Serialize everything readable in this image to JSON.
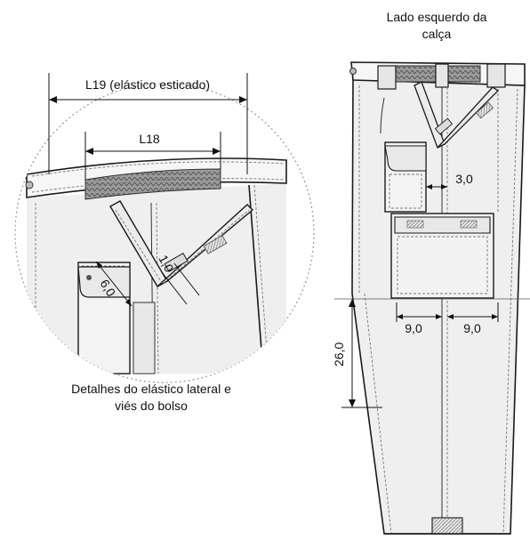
{
  "diagram": {
    "left_detail": {
      "dim_top_label": "L19 (elástico esticado)",
      "dim_mid_label": "L18",
      "dim_bias_label": "1,0",
      "dim_pocket_label": "6,0",
      "caption_line1": "Detalhes do elástico lateral e",
      "caption_line2": "viés do bolso"
    },
    "right_view": {
      "title_line1": "Lado esquerdo da",
      "title_line2": "calça",
      "dim_pocket_gap": "3,0",
      "dim_left_width": "9,0",
      "dim_right_width": "9,0",
      "dim_height": "26,0"
    },
    "colors": {
      "line": "#1a1a1a",
      "fabric": "#efefef",
      "elastic": "#8a8a8a",
      "circle": "#9a9a9a"
    }
  }
}
